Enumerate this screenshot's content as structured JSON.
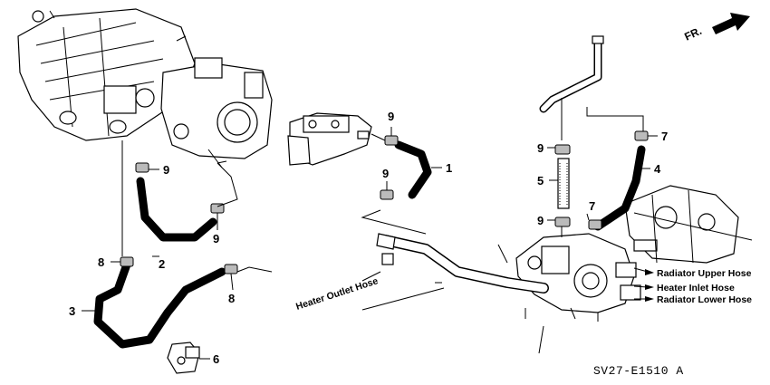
{
  "direction_marker": {
    "text": "FR.",
    "icon": "arrow-icon"
  },
  "callouts": {
    "c1": "1",
    "c2": "2",
    "c3": "3",
    "c4": "4",
    "c5": "5",
    "c6": "6",
    "c7a": "7",
    "c7b": "7",
    "c8a": "8",
    "c8b": "8",
    "c9a": "9",
    "c9b": "9",
    "c9c": "9",
    "c9d": "9",
    "c9e": "9",
    "c9f": "9"
  },
  "labels": {
    "heater_outlet_hose": "Heater Outlet Hose",
    "radiator_upper_hose": "Radiator Upper Hose",
    "heater_inlet_hose": "Heater Inlet Hose",
    "radiator_lower_hose": "Radiator Lower Hose"
  },
  "diagram_code": "SV27-E1510 A"
}
